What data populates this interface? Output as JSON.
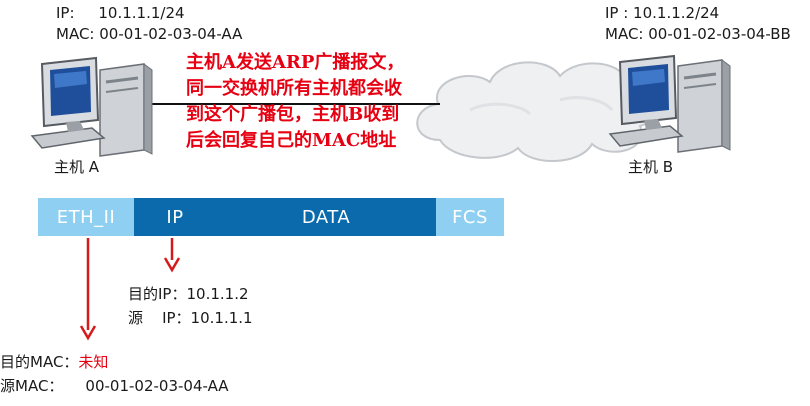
{
  "host_a": {
    "ip": "IP:     10.1.1.1/24",
    "mac": "MAC: 00-01-02-03-04-AA",
    "label": "主机 A"
  },
  "host_b": {
    "ip": "IP : 10.1.1.2/24",
    "mac": "MAC: 00-01-02-03-04-BB",
    "label": "主机 B"
  },
  "annotation": {
    "lines": [
      "主机A发送ARP广播报文，",
      "同一交换机所有主机都会收",
      "到这个广播包，主机B收到",
      "后会回复自己的MAC地址"
    ]
  },
  "frame": {
    "segments": [
      "ETH_II",
      "IP",
      "DATA",
      "FCS"
    ]
  },
  "ip_header": {
    "dst_label": "目的IP：",
    "dst_value": "10.1.1.2",
    "src_label": "源    IP：",
    "src_value": "10.1.1.1"
  },
  "eth_header": {
    "dst_label": "目的MAC：",
    "dst_value": "未知",
    "src_label": "源MAC：",
    "src_value": "00-01-02-03-04-AA"
  },
  "colors": {
    "annotation": "#e60012",
    "arrow": "#d61a1a",
    "segment_light": "#8fd0f2",
    "segment_dark": "#0a6aac"
  }
}
